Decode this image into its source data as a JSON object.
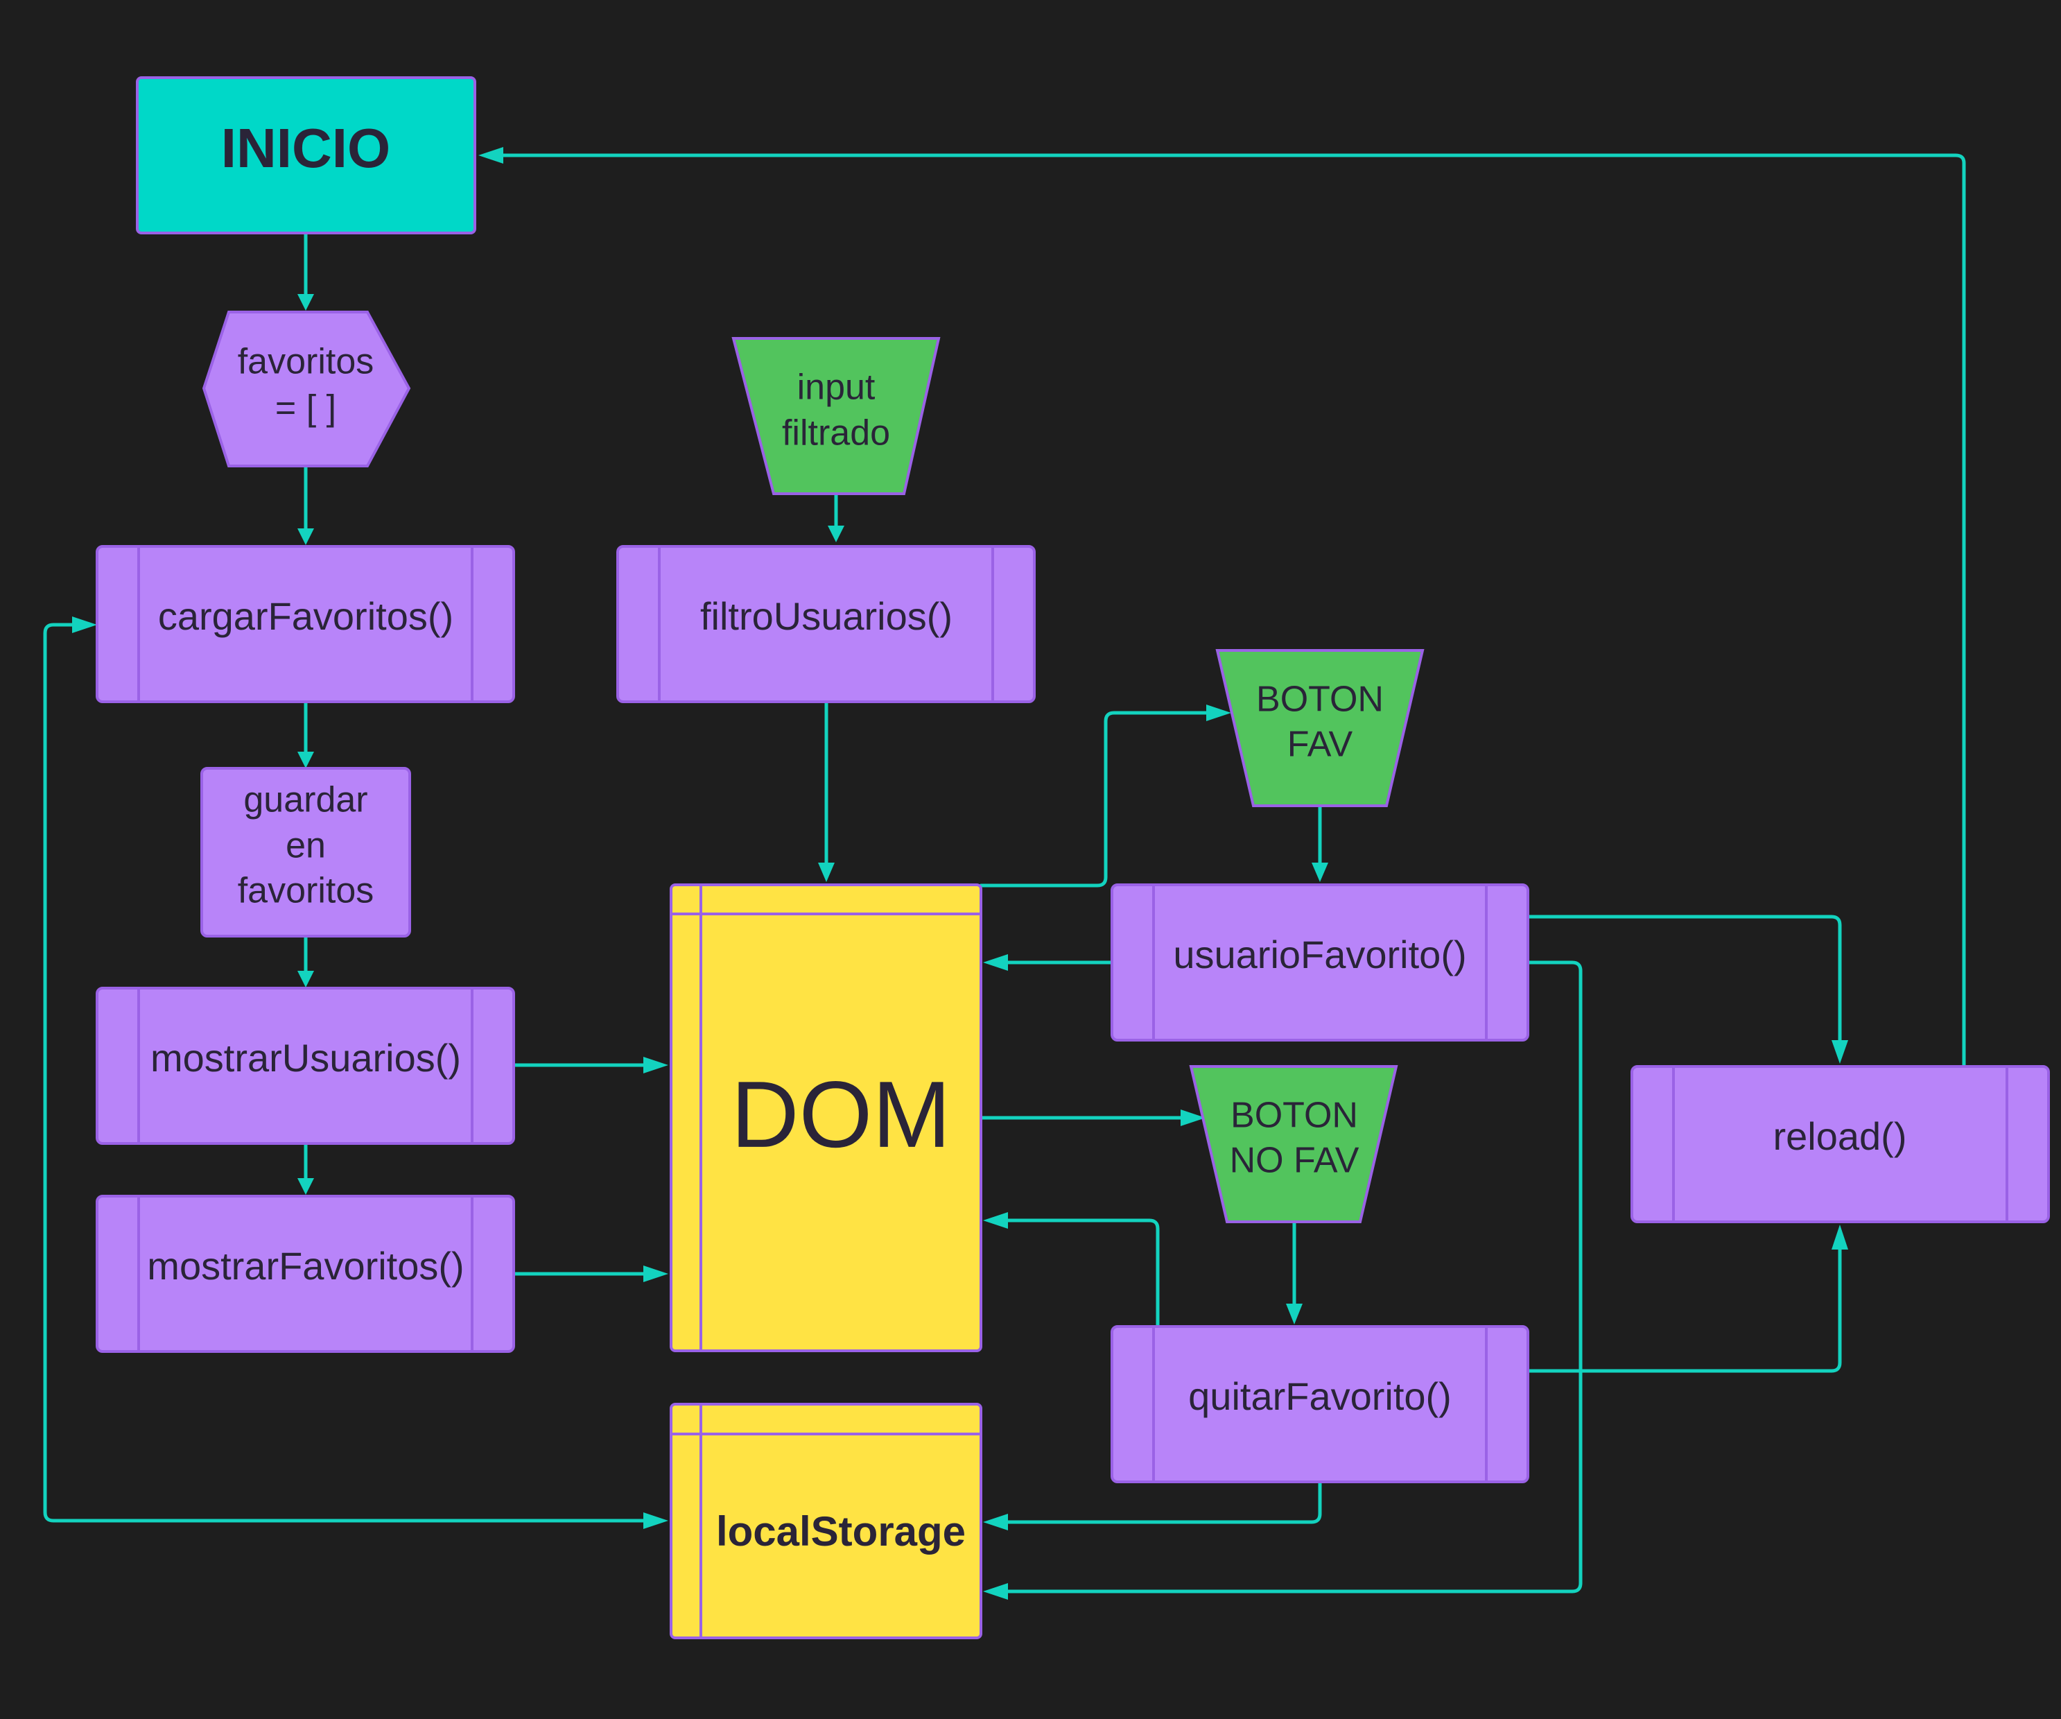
{
  "nodes": {
    "inicio": "INICIO",
    "favoritos_init": [
      "favoritos",
      "= [ ]"
    ],
    "input_filtrado": [
      "input",
      "filtrado"
    ],
    "cargar_favoritos": "cargarFavoritos()",
    "filtro_usuarios": "filtroUsuarios()",
    "boton_fav": [
      "BOTON",
      "FAV"
    ],
    "guardar_favoritos": [
      "guardar",
      "en",
      "favoritos"
    ],
    "dom": "DOM",
    "usuario_favorito": "usuarioFavorito()",
    "mostrar_usuarios": "mostrarUsuarios()",
    "boton_no_fav": [
      "BOTON",
      "NO FAV"
    ],
    "reload": "reload()",
    "mostrar_favoritos": "mostrarFavoritos()",
    "quitar_favorito": "quitarFavorito()",
    "local_storage": "localStorage"
  },
  "colors": {
    "background": "#1e1e1e",
    "connector": "#13d3bf",
    "process": "#b884f9",
    "input": "#52c45d",
    "start": "#00d8c8",
    "storage": "#ffe344",
    "border": "#9a62e6",
    "text": "#2a2438"
  }
}
